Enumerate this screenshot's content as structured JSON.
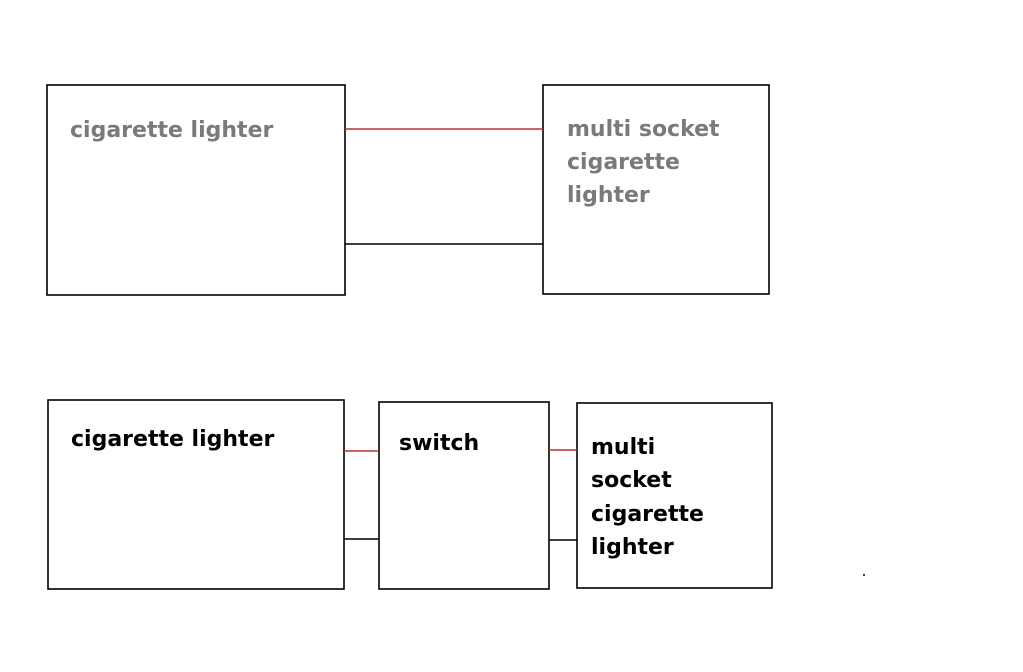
{
  "diagram": {
    "top": {
      "left_box": {
        "label": "cigarette lighter"
      },
      "right_box": {
        "lines": [
          "multi socket",
          "cigarette",
          "lighter"
        ]
      }
    },
    "bottom": {
      "left_box": {
        "label": "cigarette lighter"
      },
      "middle_box": {
        "label": "switch"
      },
      "right_box": {
        "lines": [
          "multi",
          "socket",
          "cigarette",
          "lighter"
        ]
      }
    },
    "colors": {
      "wire_live": "#b8342c",
      "wire_return": "#000000",
      "top_label": "#7a7a7a",
      "bottom_label": "#000000"
    }
  }
}
